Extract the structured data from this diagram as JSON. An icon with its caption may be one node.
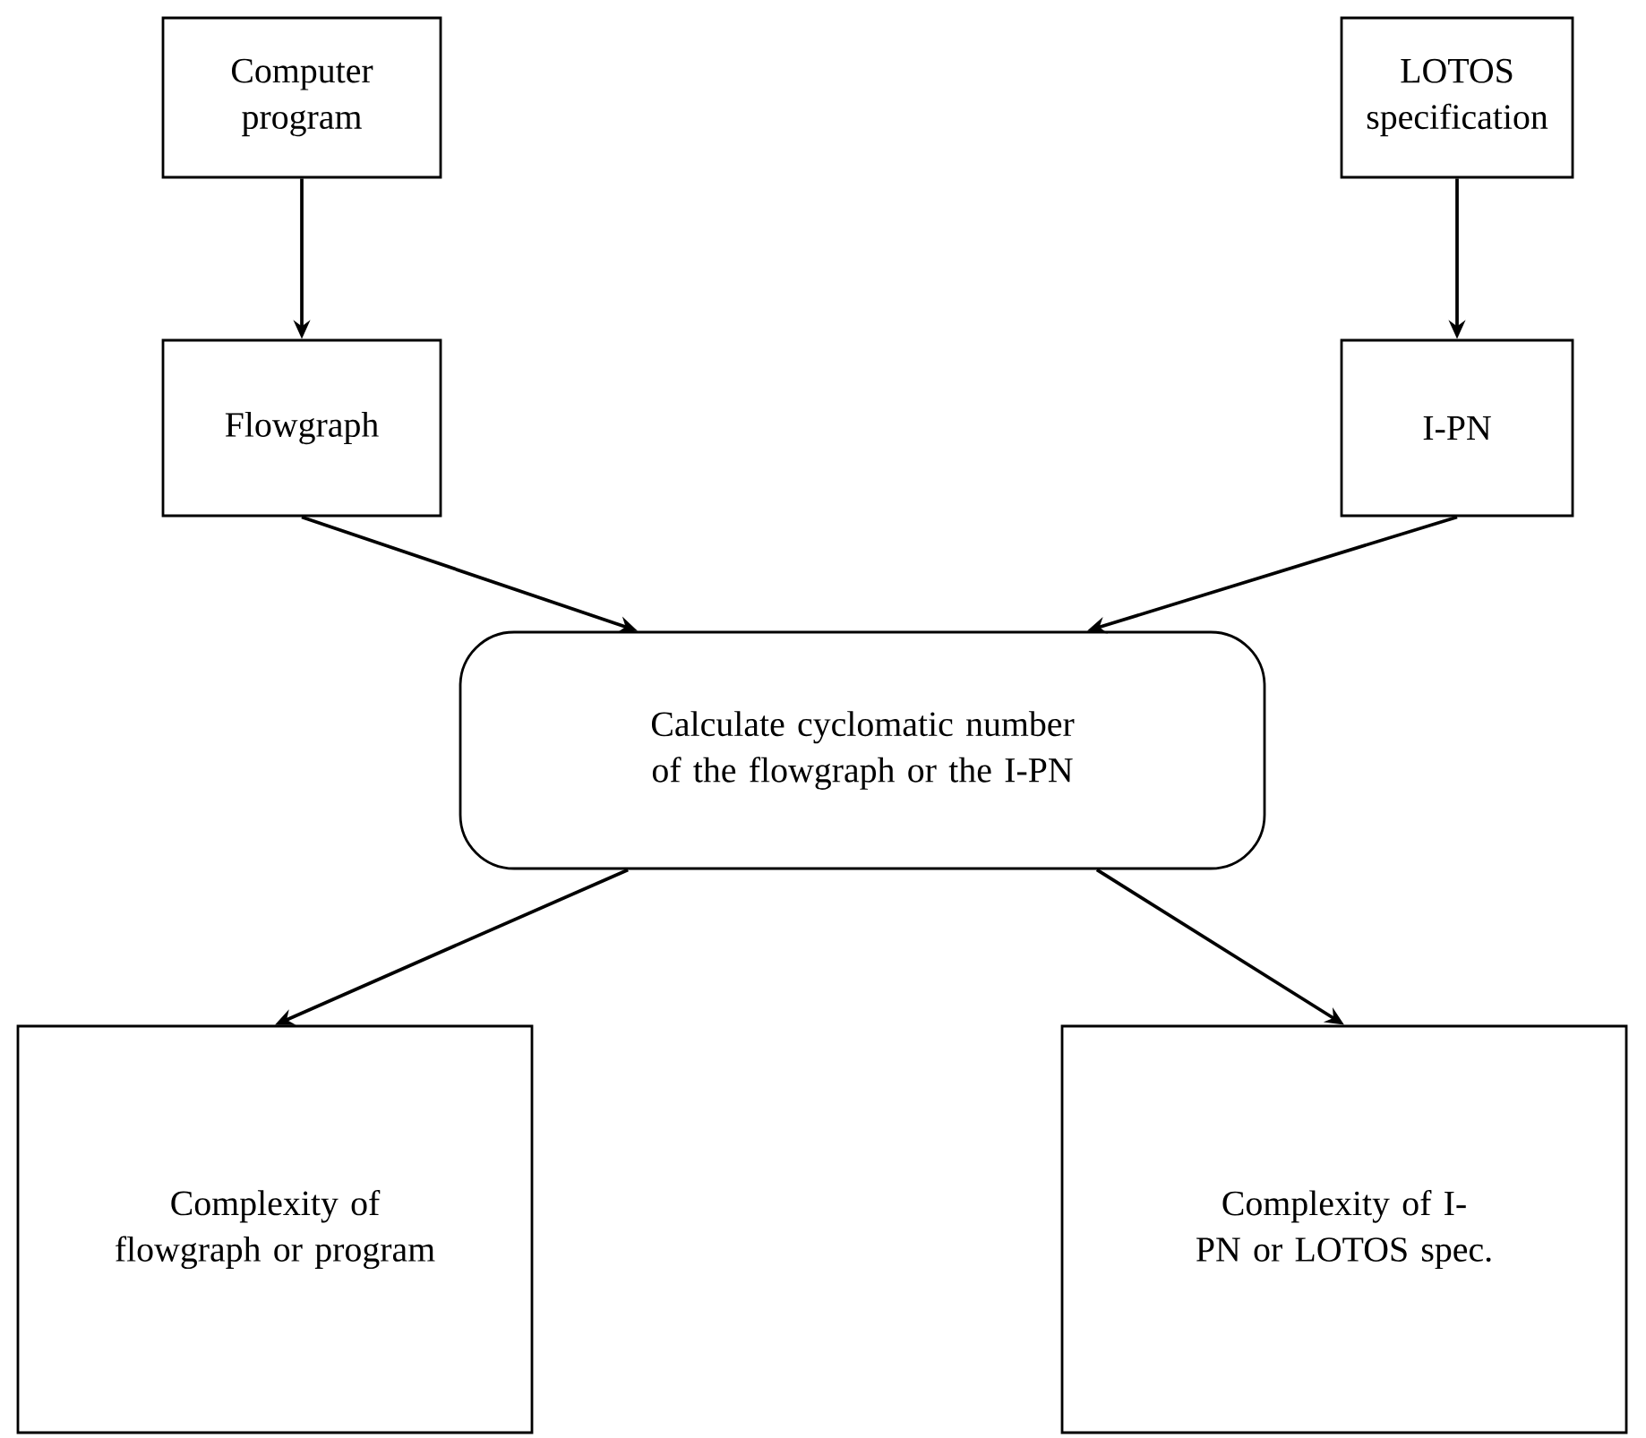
{
  "diagram": {
    "nodes": [
      {
        "text": [
          "Computer program"
        ]
      },
      {
        "text": [
          "LOTOS specification"
        ]
      },
      {
        "text": [
          "Flowgraph"
        ]
      },
      {
        "text": [
          "I-PN"
        ]
      },
      {
        "text": [
          "Calculate cyclomatic number of the flowgraph or the I-PN"
        ]
      },
      {
        "text": [
          "Complexity of flowgraph or program"
        ]
      },
      {
        "text": [
          "Complexity of I-PN or LOTOS spec."
        ]
      }
    ],
    "edges": [
      {
        "from": 0,
        "to": 2,
        "arrow": "to"
      },
      {
        "from": 1,
        "to": 3,
        "arrow": "to"
      },
      {
        "from": 2,
        "to": 4,
        "arrow": "to"
      },
      {
        "from": 3,
        "to": 4,
        "arrow": "to"
      },
      {
        "from": 4,
        "to": 5,
        "arrow": "to"
      },
      {
        "from": 4,
        "to": 6,
        "arrow": "to"
      }
    ]
  }
}
